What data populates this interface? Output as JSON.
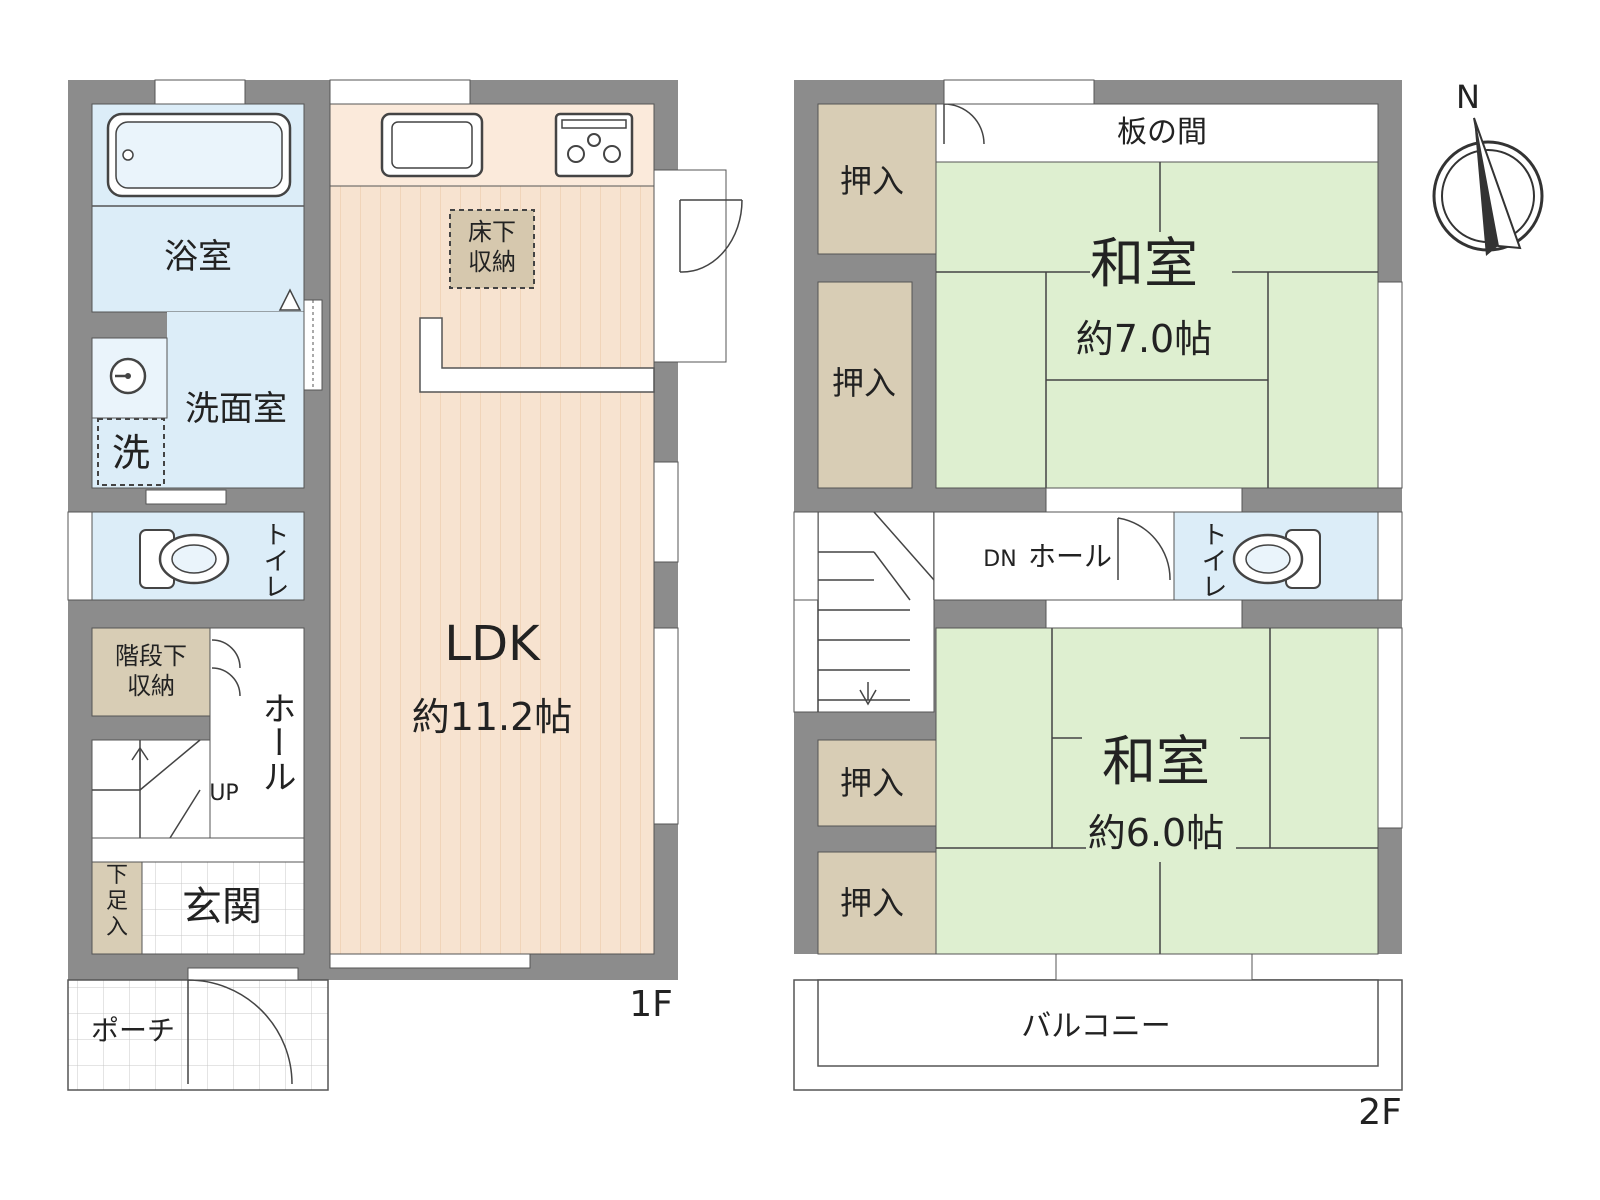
{
  "colors": {
    "wall": "#8c8c8c",
    "outline": "#555555",
    "bath": "#dcedf8",
    "ldk": "#f7e3d0",
    "kitchen": "#fbeadb",
    "ldk_stripe": "#eac9aa",
    "tatami": "#deefd0",
    "storage": "#d8cdb5",
    "floor_storage": "#d6c8ae",
    "hall": "#ffffff",
    "tile": "#c8c8c8"
  },
  "floor1": {
    "label": "1F",
    "rooms": {
      "bathroom": "浴室",
      "washroom": "洗面室",
      "washer": "洗",
      "toilet": "トイレ",
      "under_stair_storage": "階段下\n収納",
      "hall": "ホール",
      "stairs_up": "UP",
      "shoe_storage": "下\n足\n入",
      "entrance": "玄関",
      "porch": "ポーチ",
      "ldk": "LDK",
      "ldk_size": "約11.2帖",
      "floor_storage": "床下\n収納"
    }
  },
  "floor2": {
    "label": "2F",
    "rooms": {
      "wooden_floor": "板の間",
      "washitsu_north": "和室",
      "washitsu_north_size": "約7.0帖",
      "closet_1": "押入",
      "closet_2": "押入",
      "closet_3": "押入",
      "closet_4": "押入",
      "stairs_down": "DN",
      "hall": "ホール",
      "toilet": "トイレ",
      "washitsu_south": "和室",
      "washitsu_south_size": "約6.0帖",
      "balcony": "バルコニー"
    }
  },
  "compass": {
    "north_label": "N"
  }
}
